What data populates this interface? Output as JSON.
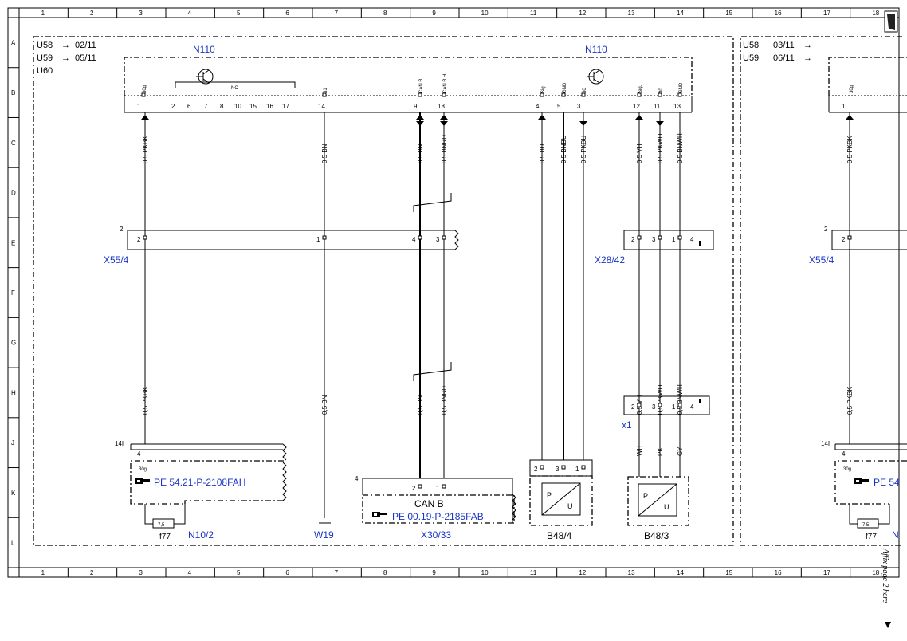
{
  "frame": {
    "column_numbers": [
      "1",
      "2",
      "3",
      "4",
      "5",
      "6",
      "7",
      "8",
      "9",
      "10",
      "11",
      "12",
      "13",
      "14",
      "15",
      "16",
      "17",
      "18"
    ],
    "row_letters": [
      "A",
      "B",
      "C",
      "D",
      "E",
      "F",
      "G",
      "H",
      "J",
      "K",
      "L"
    ]
  },
  "references_left": [
    {
      "code": "U58",
      "arrow": "→",
      "page": "02/11"
    },
    {
      "code": "U59",
      "arrow": "→",
      "page": "05/11"
    },
    {
      "code": "U60",
      "arrow": "",
      "page": ""
    }
  ],
  "references_right": [
    {
      "code": "U58",
      "page": "03/11",
      "arrow": "→"
    },
    {
      "code": "U59",
      "page": "06/11",
      "arrow": "→"
    }
  ],
  "module": {
    "label_left": "N110",
    "label_right": "N110",
    "nc": "NC",
    "pin_names": {
      "p1": "30g",
      "p14": "31",
      "p9": "CAN B L",
      "p18": "CAN B H",
      "p4": "Sig.",
      "p5": "GND",
      "p3": "30",
      "p12": "Sig.",
      "p11": "30",
      "p13": "GND"
    },
    "pin_numbers": {
      "p1": "1",
      "p2": "2",
      "p6": "6",
      "p7": "7",
      "p8": "8",
      "p10": "10",
      "p15": "15",
      "p16": "16",
      "p17": "17",
      "p14": "14",
      "p9": "9",
      "p18": "18",
      "p4": "4",
      "p5": "5",
      "p3": "3",
      "p12": "12",
      "p11": "11",
      "p13": "13"
    }
  },
  "wires_upper": {
    "w1": "0,5 PKBK",
    "w14": "0,5 BN",
    "w9": "0,5 BN",
    "w18": "0,5 BNRD",
    "w4": "0,5 BU",
    "w5": "0,5 BNBU",
    "w3": "0,5 PKBU",
    "w12": "0,5 VH",
    "w11": "0,5 PKWH",
    "w13": "0,5 BNWH",
    "wr": "0,5 PKBK"
  },
  "wires_lower": {
    "w1": "0,5 PKBK",
    "w14": "0,5 BN",
    "w9": "0,5 BN",
    "w18": "0,5 BNRD",
    "w12": "0,5 VH",
    "w11": "0,5 PKWH",
    "w13": "0,5 BNWH",
    "wr": "0,5 PKBK"
  },
  "connector_x55": {
    "name": "X55/4",
    "edge": "2",
    "pins": [
      "2",
      "1",
      "4",
      "3"
    ],
    "name_right": "X55/4",
    "edge_right": "2",
    "pin_right": "2"
  },
  "connector_x28": {
    "name": "X28/42",
    "pins": [
      "2",
      "3",
      "1",
      "4"
    ]
  },
  "connector_x1": {
    "name": "x1",
    "pins": [
      "2",
      "3",
      "1",
      "4"
    ]
  },
  "sensor_wire_colors": [
    "WH",
    "PK",
    "GY"
  ],
  "n10": {
    "name": "N10/2",
    "pin": "4",
    "pin_name": "30g",
    "corner": "14I",
    "ref": "PE 54.21-P-2108FAH",
    "fuse_value": "7,5",
    "fuse_name": "f77"
  },
  "w19": {
    "name": "W19"
  },
  "x30": {
    "name": "X30/33",
    "corner": "4",
    "pins": [
      "2",
      "1"
    ],
    "label": "CAN B",
    "ref": "PE 00.19-P-2185FAB"
  },
  "b48_4": {
    "name": "B48/4",
    "pins": [
      "2",
      "3",
      "1"
    ],
    "p": "P",
    "u": "U"
  },
  "b48_3": {
    "name": "B48/3",
    "p": "P",
    "u": "U"
  },
  "right_fragment": {
    "corner": "14I",
    "pin": "4",
    "pin_name": "30g",
    "ref": "PE 54",
    "fuse_value": "7,5",
    "fuse_name": "f77",
    "name_cut": "N",
    "pin1": "1",
    "pin1_name": "30g"
  },
  "affix_note": "Affix page 2 here"
}
